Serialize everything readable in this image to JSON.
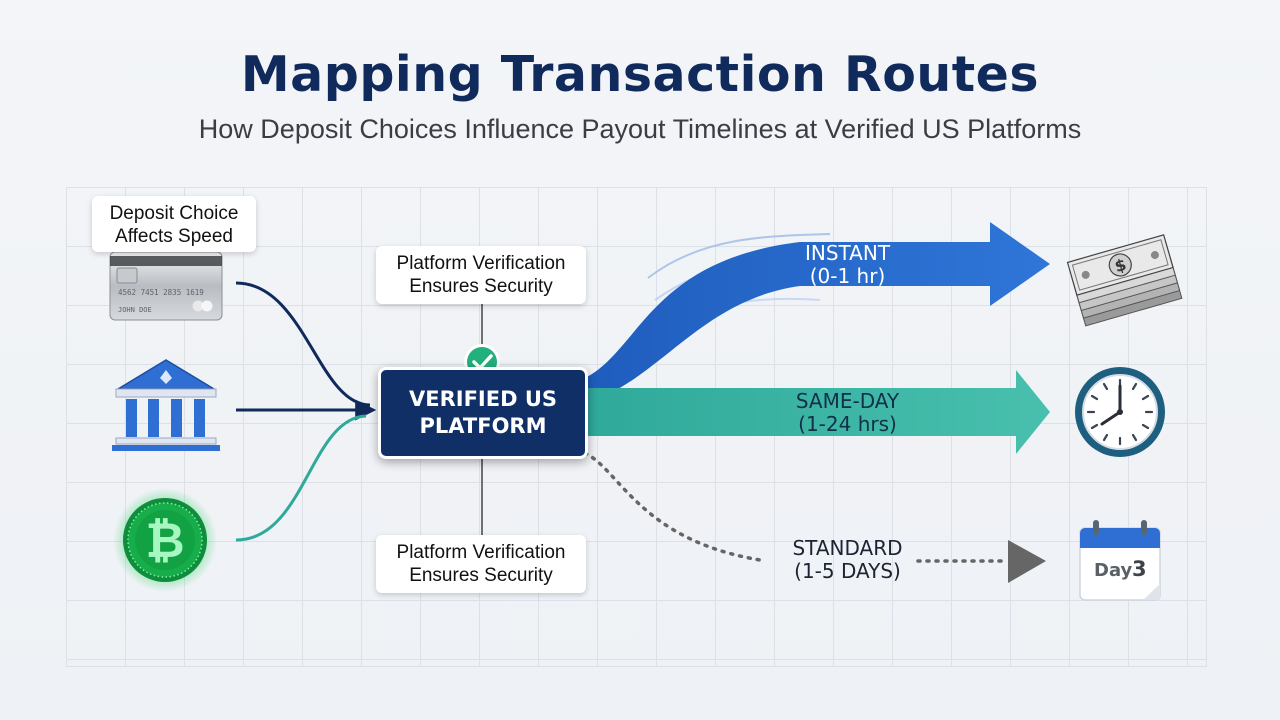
{
  "title": "Mapping Transaction Routes",
  "subtitle": "How Deposit Choices Influence Payout Timelines at Verified US Platforms",
  "callouts": {
    "deposit": [
      "Deposit Choice",
      "Affects Speed"
    ],
    "verification_top": [
      "Platform Verification",
      "Ensures Security"
    ],
    "verification_bottom": [
      "Platform Verification",
      "Ensures Security"
    ]
  },
  "deposit_methods": [
    {
      "name": "credit-card",
      "icon": "credit-card-icon",
      "card_number": "4562 7451 2835 1619",
      "card_holder": "JOHN DOE"
    },
    {
      "name": "bank",
      "icon": "bank-icon"
    },
    {
      "name": "crypto",
      "icon": "bitcoin-icon"
    }
  ],
  "hub": {
    "line1": "VERIFIED US",
    "line2": "PLATFORM"
  },
  "routes": [
    {
      "speed": "INSTANT",
      "time": "(0-1 hr)",
      "color": "#2d6fd1",
      "label_color": "#ffffff",
      "icon": "cash-stack-icon"
    },
    {
      "speed": "SAME-DAY",
      "time": "(1-24 hrs)",
      "color": "#3fb8a8",
      "label_color": "#123047",
      "icon": "clock-icon"
    },
    {
      "speed": "STANDARD",
      "time": "(1-5 DAYS)",
      "color": "#666666",
      "label_color": "#1c2433",
      "icon": "calendar-icon"
    }
  ],
  "calendar": {
    "day_word": "Day",
    "day_number": "3"
  },
  "colors": {
    "navy": "#0f2f66",
    "blue": "#2d6fd1",
    "teal": "#3fb8a8",
    "green": "#19b34c",
    "check": "#22b07d"
  }
}
